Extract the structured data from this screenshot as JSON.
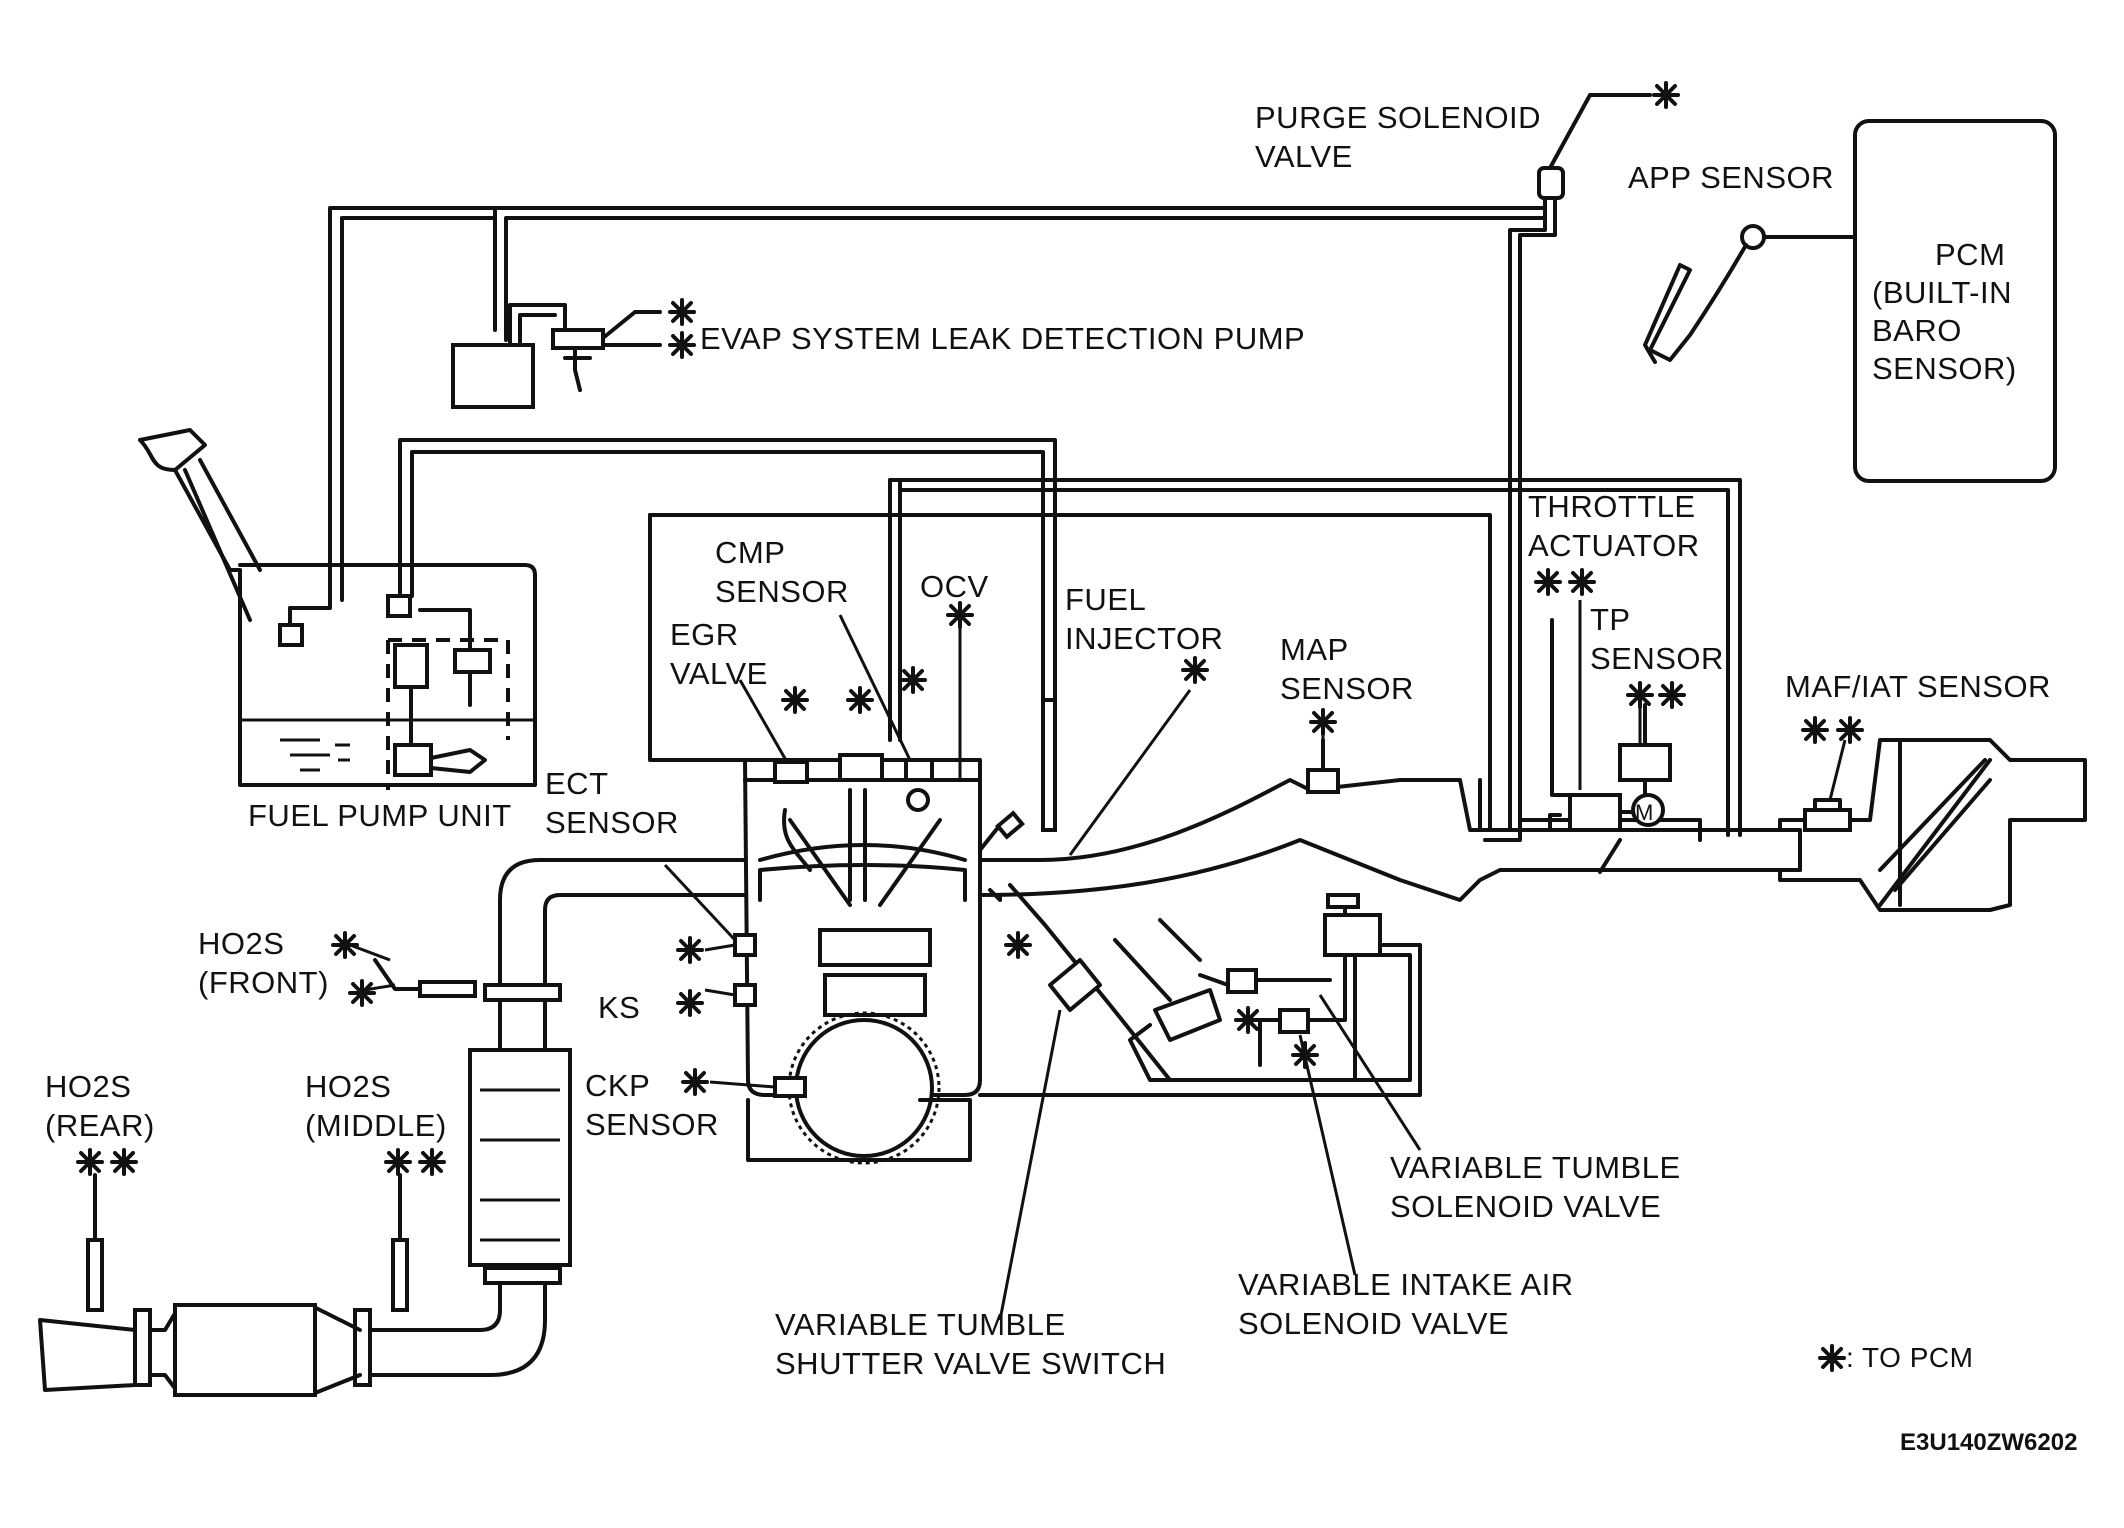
{
  "colors": {
    "ink": "#111111",
    "background": "#ffffff"
  },
  "diagram": {
    "labels": {
      "purge_1": "PURGE SOLENOID",
      "purge_2": "VALVE",
      "app_sensor": "APP SENSOR",
      "pcm_1": "PCM",
      "pcm_2": "(BUILT-IN",
      "pcm_3": "BARO",
      "pcm_4": "SENSOR)",
      "evap": "EVAP SYSTEM LEAK DETECTION PUMP",
      "throttle_1": "THROTTLE",
      "throttle_2": "ACTUATOR",
      "tp_1": "TP",
      "tp_2": "SENSOR",
      "cmp_1": "CMP",
      "cmp_2": "SENSOR",
      "ocv": "OCV",
      "fuel_inj_1": "FUEL",
      "fuel_inj_2": "INJECTOR",
      "egr_1": "EGR",
      "egr_2": "VALVE",
      "map_1": "MAP",
      "map_2": "SENSOR",
      "maf": "MAF/IAT SENSOR",
      "fuel_pump": "FUEL PUMP UNIT",
      "ect_1": "ECT",
      "ect_2": "SENSOR",
      "ho2s_front_1": "HO2S",
      "ho2s_front_2": "(FRONT)",
      "ks": "KS",
      "ho2s_rear_1": "HO2S",
      "ho2s_rear_2": "(REAR)",
      "ho2s_mid_1": "HO2S",
      "ho2s_mid_2": "(MIDDLE)",
      "ckp_1": "CKP",
      "ckp_2": "SENSOR",
      "vts_1": "VARIABLE TUMBLE",
      "vts_2": "SOLENOID VALVE",
      "vias_1": "VARIABLE INTAKE  AIR",
      "vias_2": "SOLENOID VALVE",
      "vtsw_1": "VARIABLE TUMBLE",
      "vtsw_2": "SHUTTER VALVE SWITCH",
      "legend": ": TO PCM"
    },
    "figure_code": "E3U140ZW6202"
  }
}
